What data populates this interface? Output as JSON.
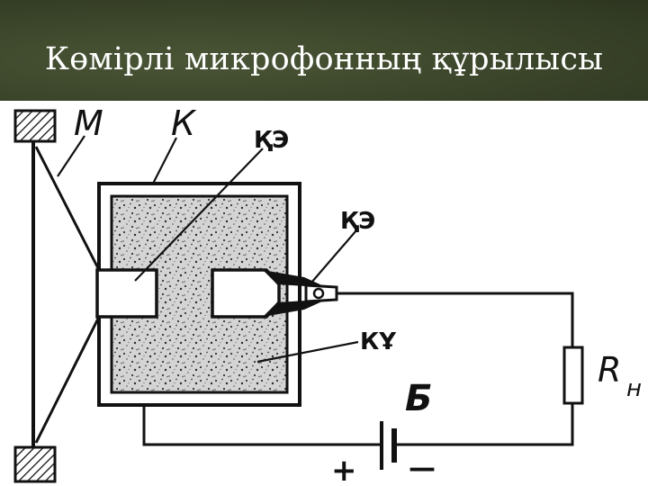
{
  "slide": {
    "title": "Көмірлі микрофонның құрылысы"
  },
  "diagram": {
    "labels": {
      "membrane": "М",
      "case": "К",
      "electrode_1": "ҚЭ",
      "electrode_2": "ҚЭ",
      "powder": "КҰ",
      "battery": "Б",
      "resistor_R": "R",
      "resistor_sub": "н",
      "plus": "+",
      "minus": "—"
    },
    "colors": {
      "ink": "#111111",
      "title_bg": "#3a4429",
      "title_text": "#ffffff",
      "powder_bg": "#d6d6d6"
    }
  }
}
